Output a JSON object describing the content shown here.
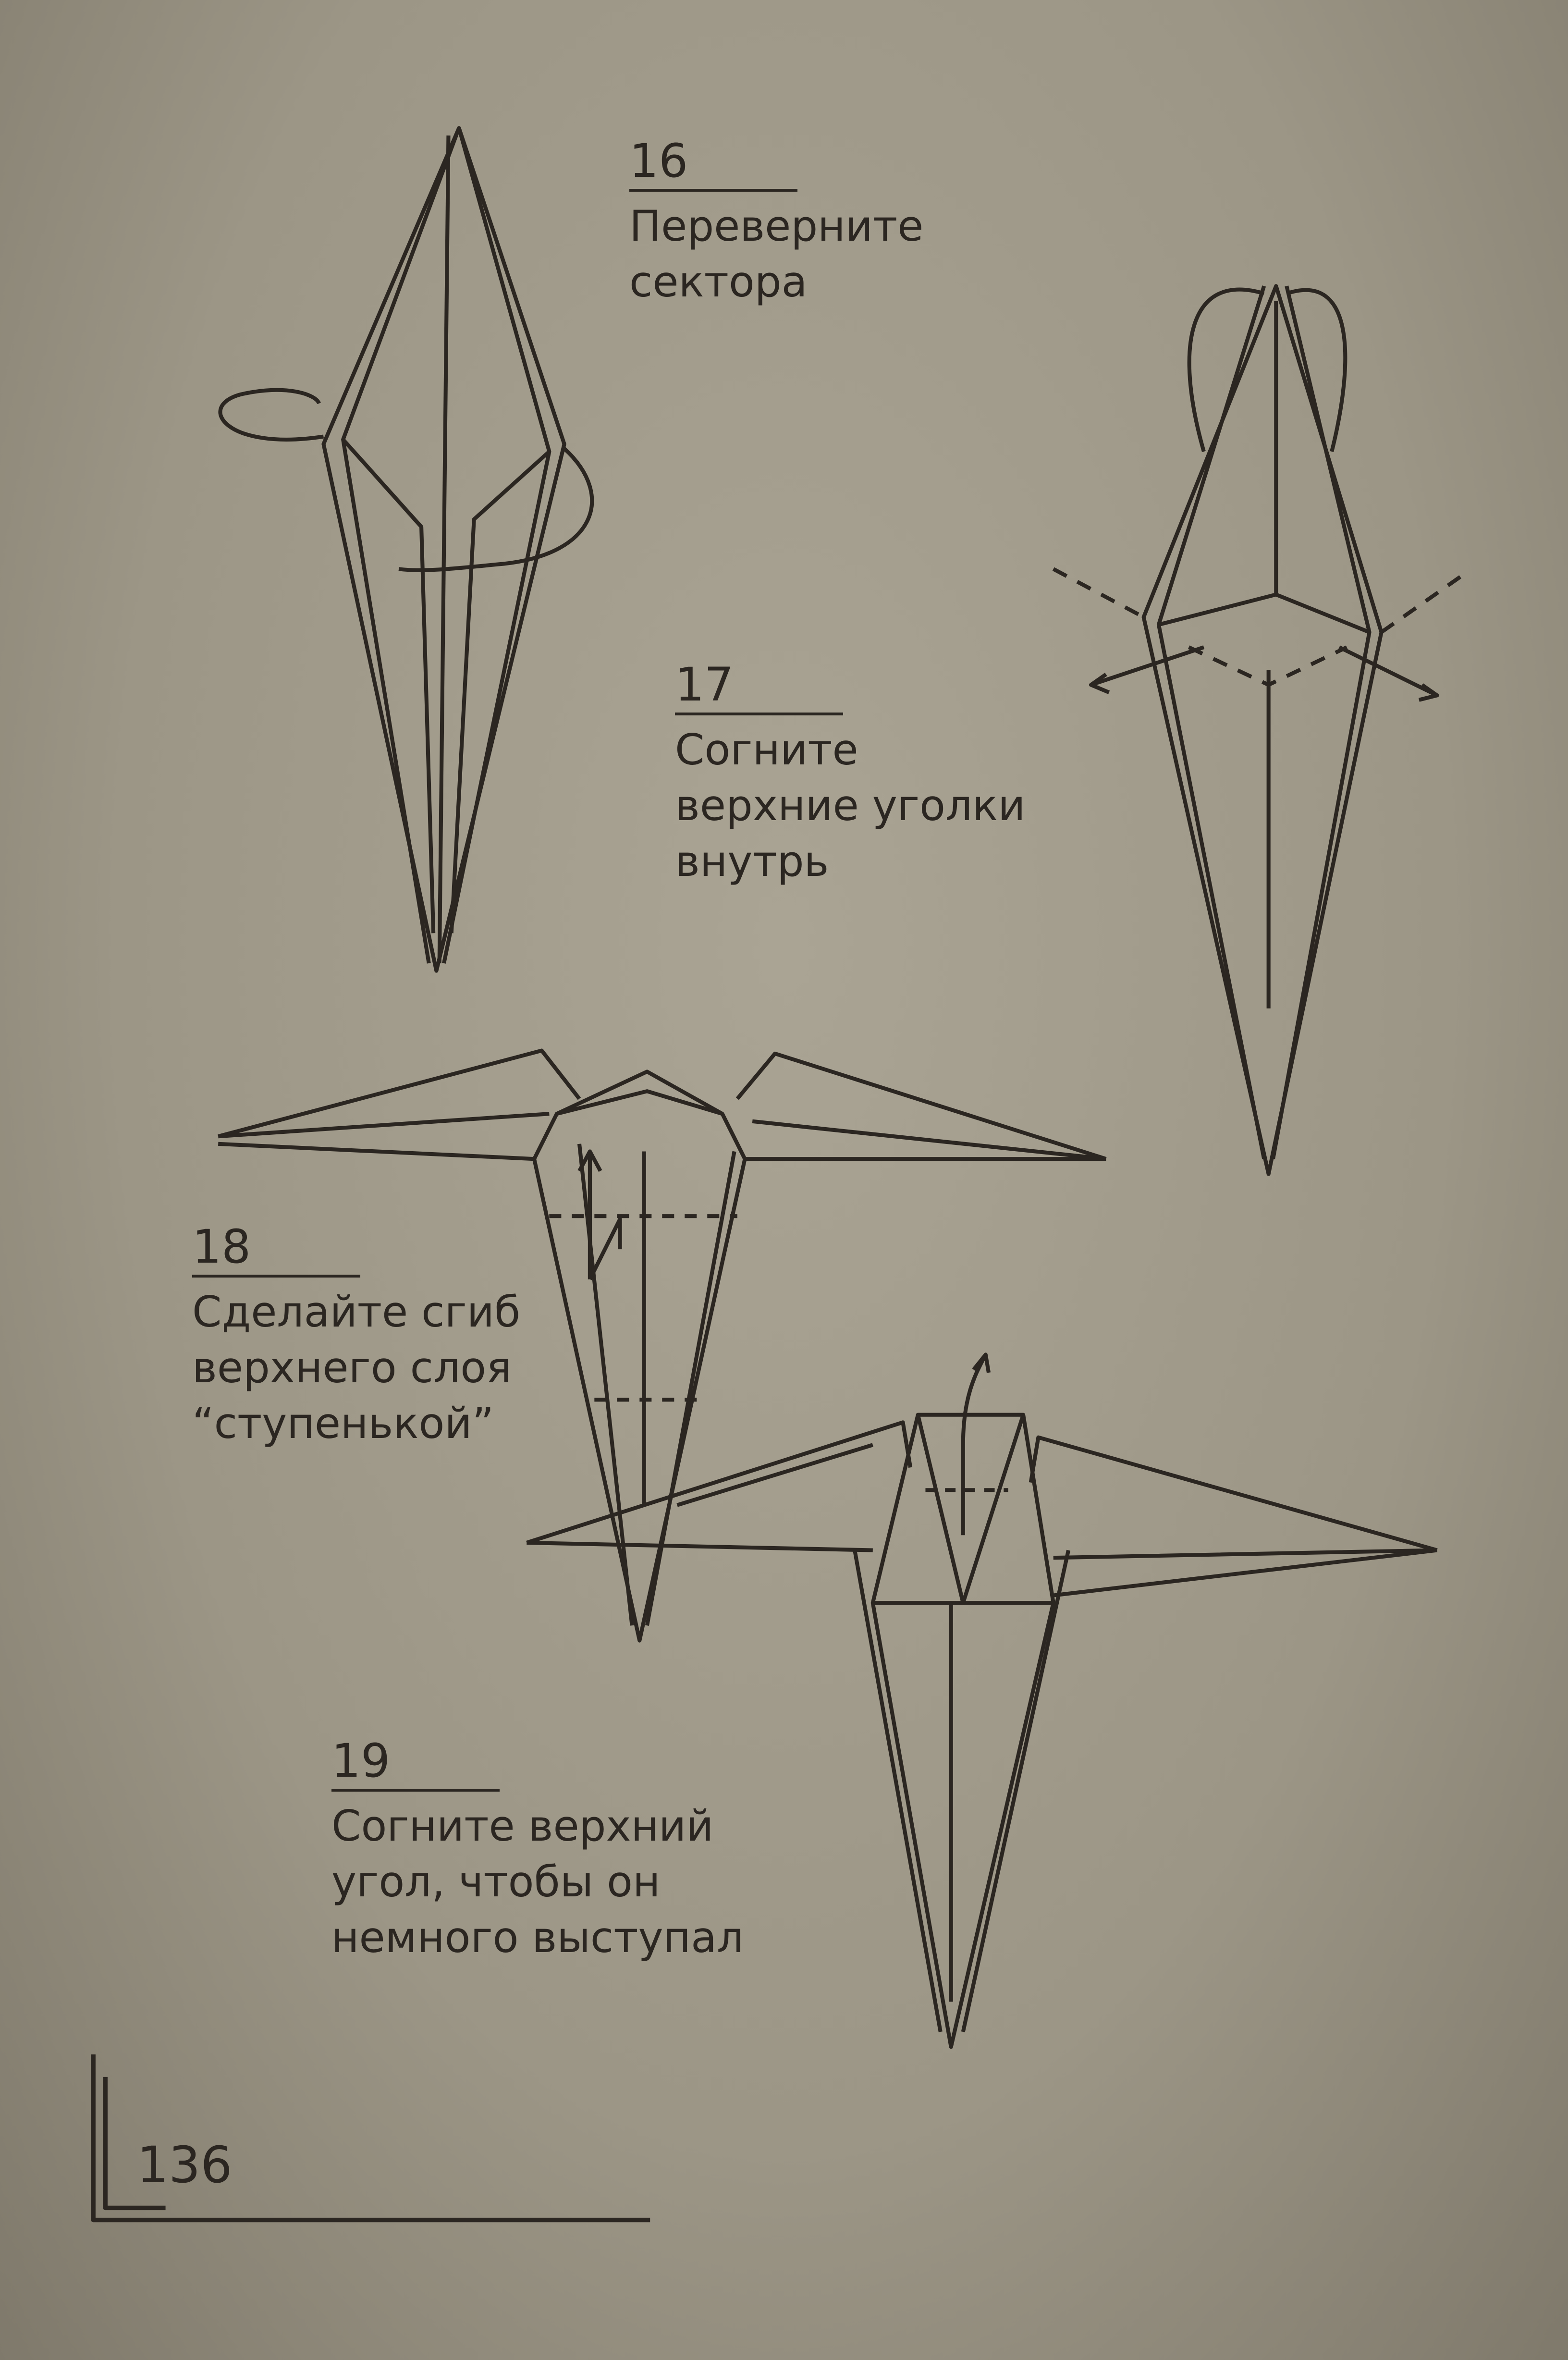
{
  "steps": [
    {
      "number": "16",
      "lines": [
        "Переверните",
        "сектора"
      ]
    },
    {
      "number": "17",
      "lines": [
        "Согните",
        "верхние уголки",
        "внутрь"
      ]
    },
    {
      "number": "18",
      "lines": [
        "Сделайте сгиб",
        "верхнего слоя",
        "“ступенькой”"
      ]
    },
    {
      "number": "19",
      "lines": [
        "Согните верхний",
        "угол, чтобы он",
        "немного выступал"
      ]
    }
  ],
  "page_number": "136",
  "colors": {
    "paper": "#9d9787",
    "ink": "#2b2621"
  }
}
